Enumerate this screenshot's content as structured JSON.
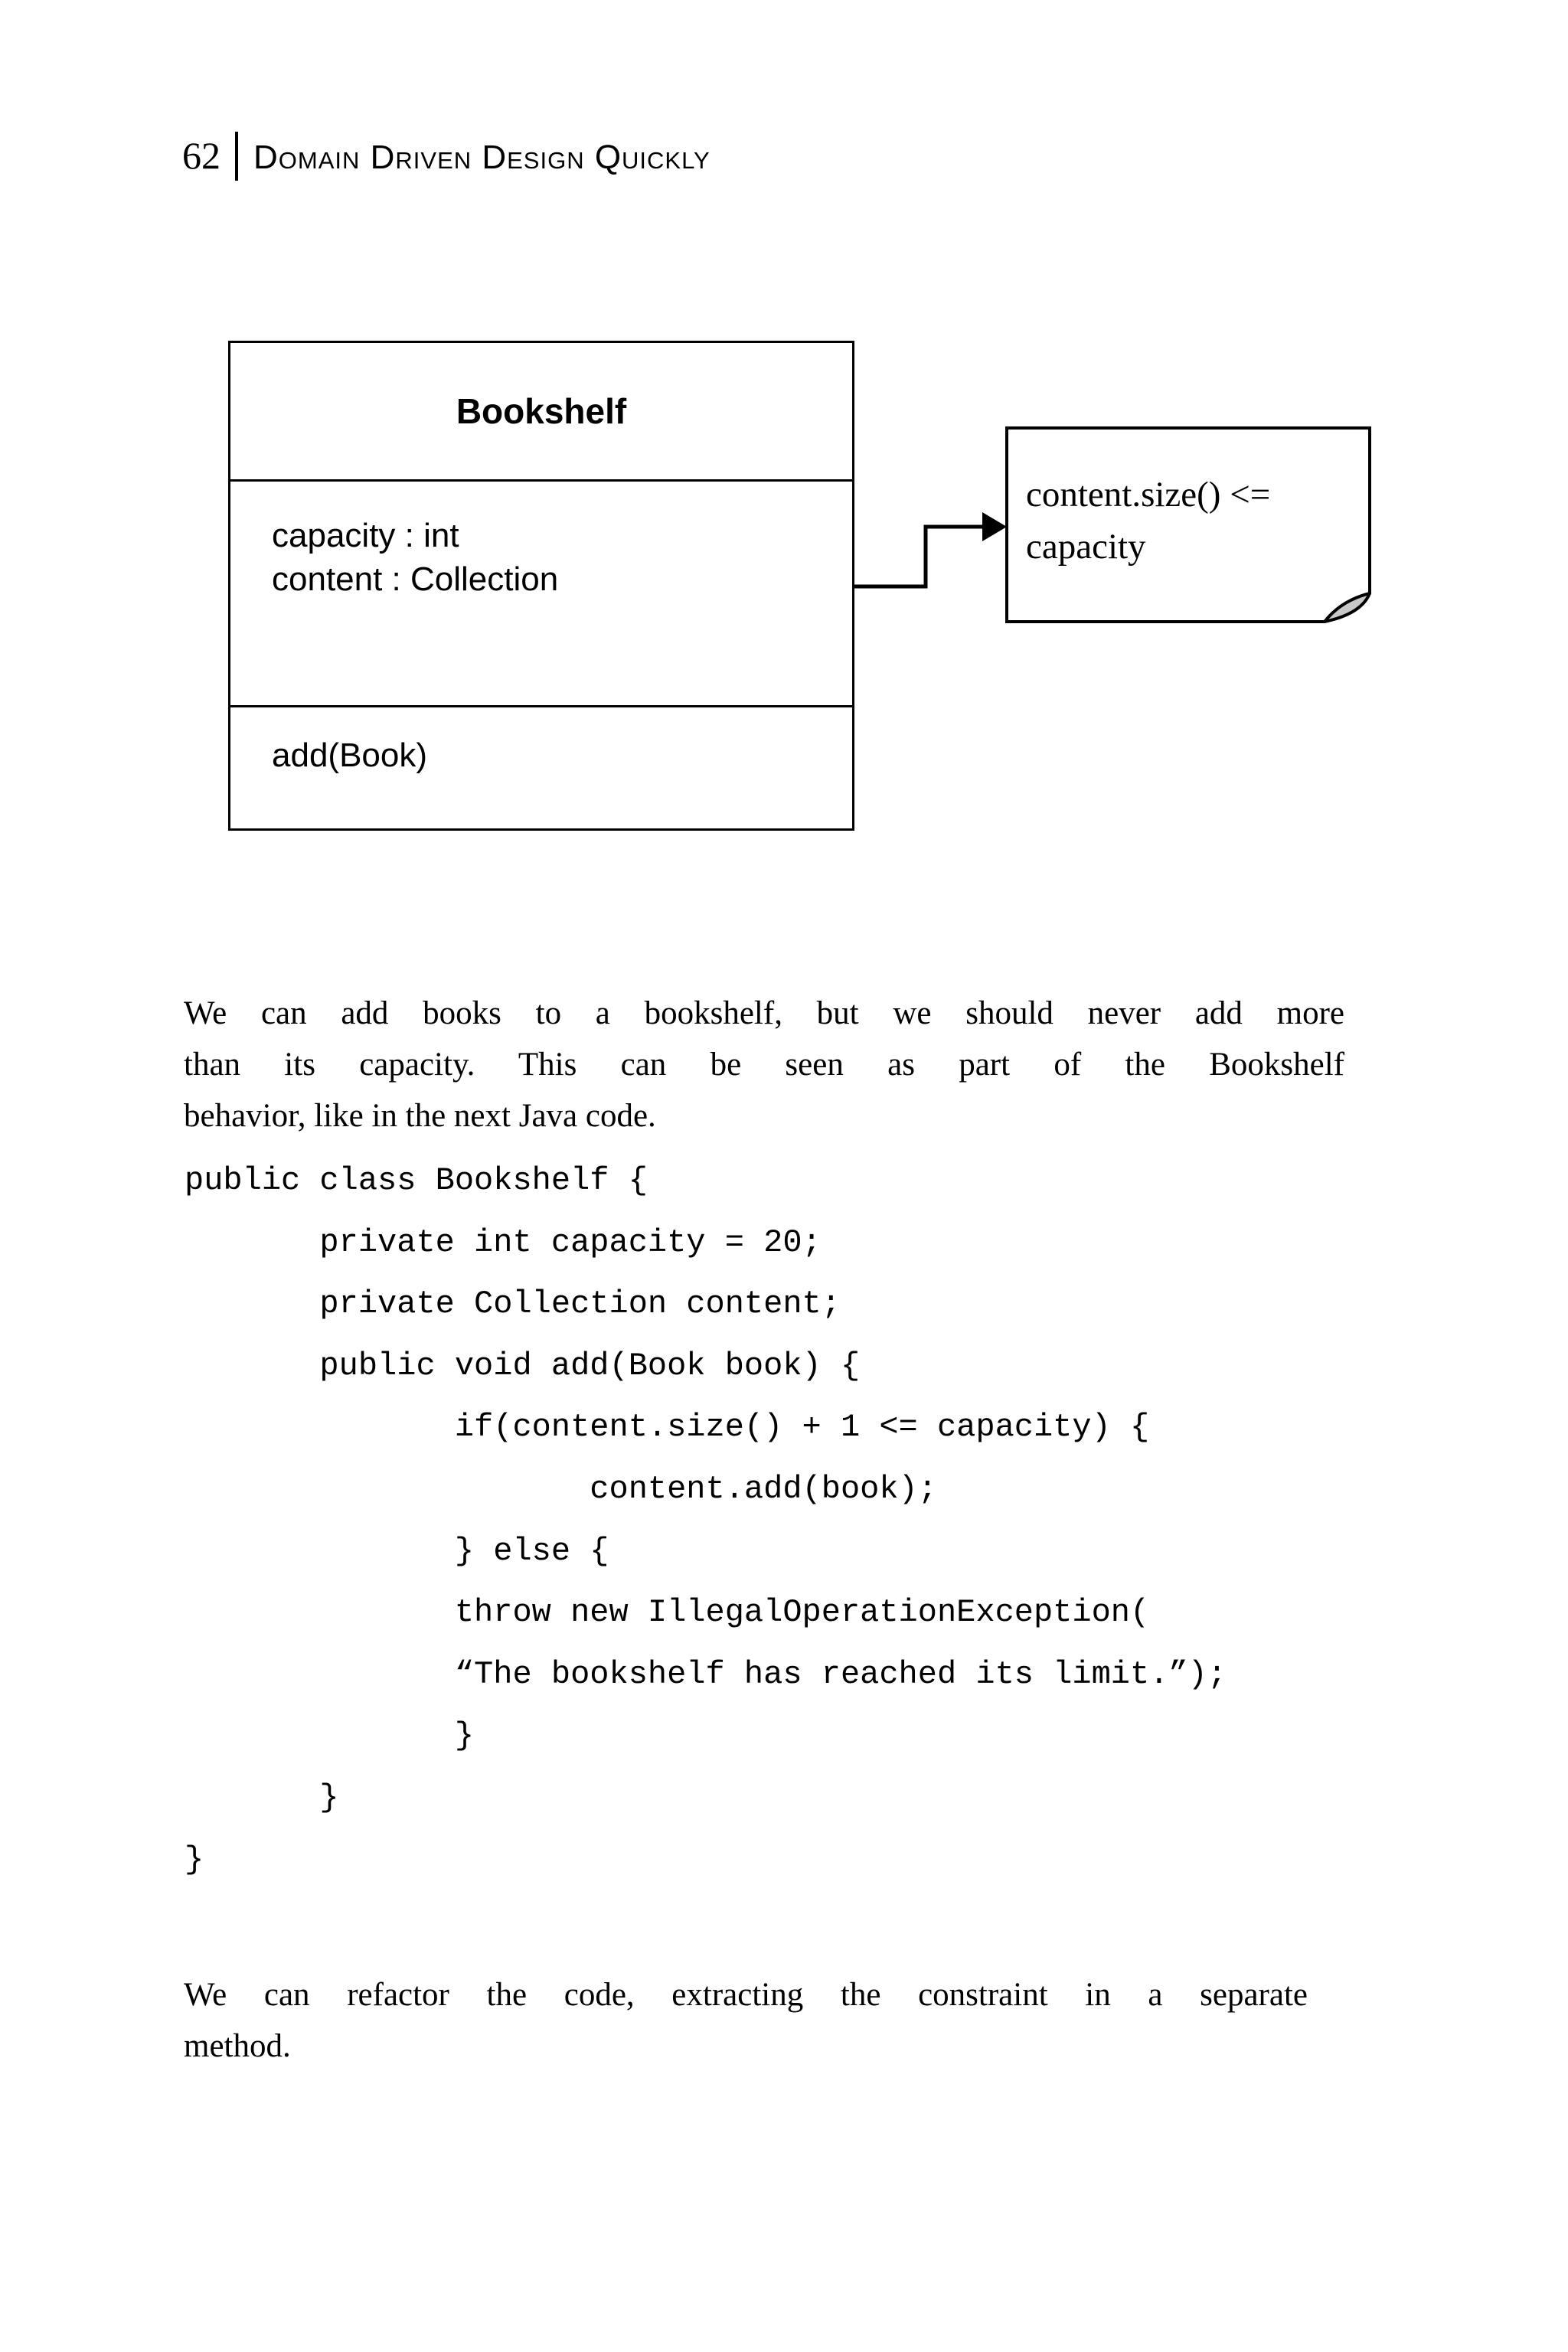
{
  "page": {
    "number": "62",
    "book_title": "Domain Driven Design Quickly"
  },
  "diagram": {
    "class_box": {
      "name": "Bookshelf",
      "attributes": [
        "capacity : int",
        "content : Collection"
      ],
      "operations": [
        "add(Book)"
      ]
    },
    "note": {
      "text": "content.size() <= capacity"
    }
  },
  "paragraphs": {
    "intro": {
      "lines": [
        "We can add books to a bookshelf, but we should never add more",
        "than its capacity. This can be seen as part of the Bookshelf",
        "behavior, like in the next Java code."
      ]
    },
    "outro": {
      "lines": [
        "We can refactor the code, extracting the constraint in a separate",
        "method."
      ]
    }
  },
  "code": {
    "lines": [
      "public class Bookshelf {",
      "       private int capacity = 20;",
      "       private Collection content;",
      "       public void add(Book book) {",
      "              if(content.size() + 1 <= capacity) {",
      "                     content.add(book);",
      "              } else {",
      "              throw new IllegalOperationException(",
      "              “The bookshelf has reached its limit.”);",
      "              }",
      "       }",
      "}"
    ]
  },
  "colors": {
    "text": "#000000",
    "background": "#ffffff",
    "note_fold": "#c8c8c8"
  }
}
